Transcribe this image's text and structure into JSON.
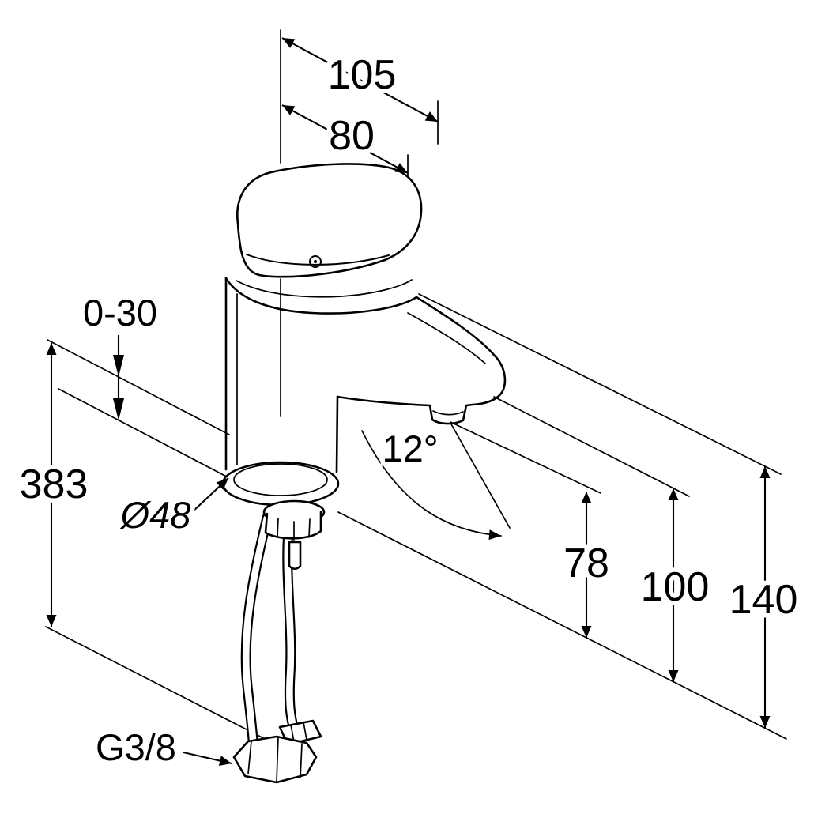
{
  "meta": {
    "background": "#ffffff",
    "ink": "#000000",
    "drawing_type": "single-lever basin mixer dimensional drawing"
  },
  "dimensions": {
    "spout_reach_total": {
      "label": "105"
    },
    "spout_reach_aerator": {
      "label": "80"
    },
    "deck_thickness_range": {
      "label": "0-30"
    },
    "overall_height_with_hoses": {
      "label": "383"
    },
    "base_diameter": {
      "label": "Ø48"
    },
    "spout_angle": {
      "label": "12°"
    },
    "aerator_height": {
      "label": "78"
    },
    "spout_tip_height": {
      "label": "100"
    },
    "body_top_height": {
      "label": "140"
    },
    "connection_thread": {
      "label": "G3/8"
    }
  }
}
